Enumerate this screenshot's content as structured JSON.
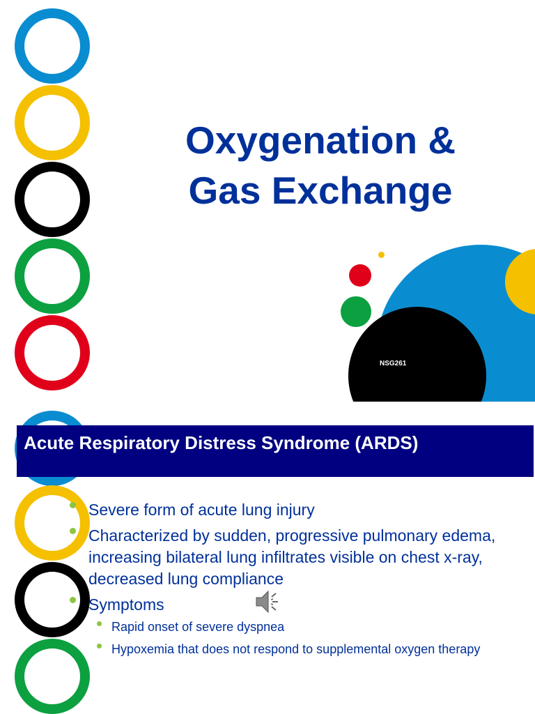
{
  "slide1": {
    "title_line1": "Oxygenation &",
    "title_line2": "Gas Exchange",
    "course_code": "NSG261"
  },
  "slide2": {
    "header": "Acute Respiratory Distress Syndrome (ARDS)",
    "bullets": [
      "Severe form of acute lung injury",
      "Characterized by sudden, progressive pulmonary edema, increasing bilateral lung infiltrates visible on chest x-ray, decreased lung compliance",
      "Symptoms"
    ],
    "sub_bullets": [
      "Rapid onset of severe dyspnea",
      "Hypoxemia that does not respond to supplemental oxygen therapy"
    ],
    "audio_icon": "speaker-icon"
  },
  "colors": {
    "title": "#00309a",
    "header_band": "#000080",
    "bullet": "#8cc63e",
    "blue": "#0a8cd0",
    "yellow": "#f5c000",
    "black": "#000000",
    "green": "#0ca040",
    "red": "#e0001a"
  }
}
